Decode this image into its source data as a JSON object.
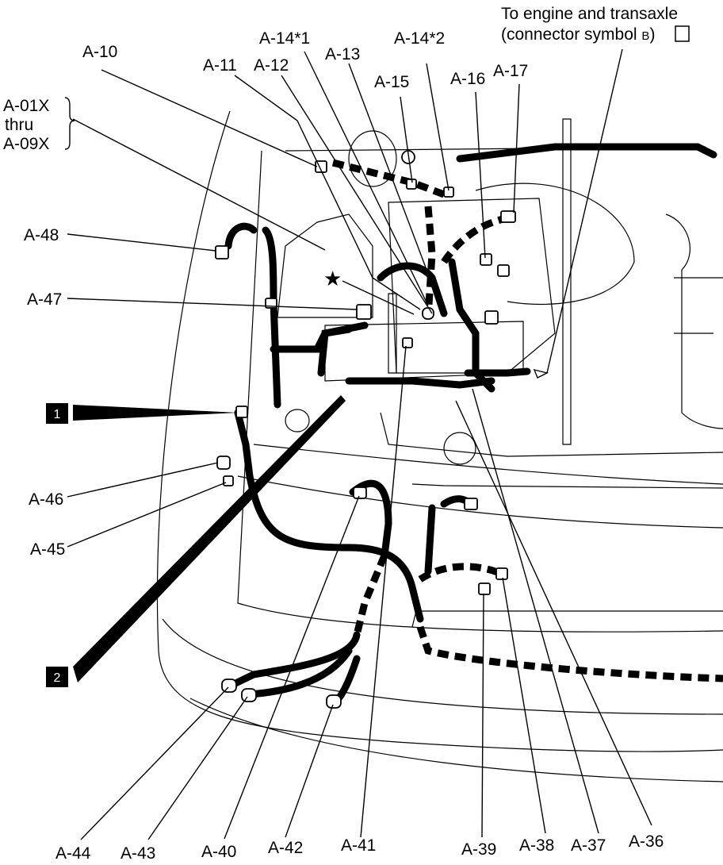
{
  "diagram": {
    "callouts": {
      "a10": "A-10",
      "a11": "A-11",
      "a12": "A-12",
      "a13": "A-13",
      "a14_1": "A-14*1",
      "a14_2": "A-14*2",
      "a15": "A-15",
      "a16": "A-16",
      "a17": "A-17",
      "a01x": "A-01X",
      "thru": "thru",
      "a09x": "A-09X",
      "a48": "A-48",
      "a47": "A-47",
      "a46": "A-46",
      "a45": "A-45",
      "a44": "A-44",
      "a43": "A-43",
      "a40": "A-40",
      "a42": "A-42",
      "a41": "A-41",
      "a39": "A-39",
      "a38": "A-38",
      "a37": "A-37",
      "a36": "A-36"
    },
    "engine_note": {
      "line1": "To engine and transaxle",
      "line2": "(connector symbol",
      "symbol": "B",
      "close": ")"
    },
    "view_markers": [
      "1",
      "2"
    ],
    "star": "★"
  }
}
